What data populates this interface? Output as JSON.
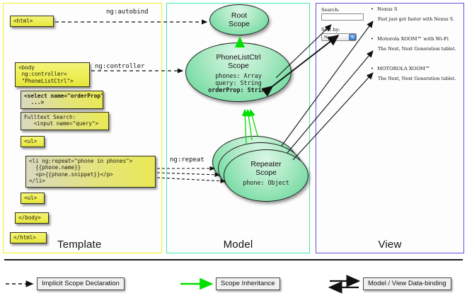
{
  "columns": {
    "template": {
      "label": "Template",
      "border_color": "#f2f21e"
    },
    "model": {
      "label": "Model",
      "border_color": "#45e6a8"
    },
    "view": {
      "label": "View",
      "border_color": "#6a4fe0"
    }
  },
  "template_boxes": {
    "html_open": "<html>",
    "body_open": "<body\n ng:controller=\n \"PhoneListCtrl\">",
    "select": "<select name=\"orderProp\"\n  ...>",
    "input": "Fulltext Search:\n   <input name=\"query\">",
    "ul_open": "<ul>",
    "li": "<li ng:repeat=\"phone in phones\">\n  {{phone.name}}\n  <p>{{phone.snippet}}</p>\n</li>",
    "ul_close": "<ul>",
    "body_close": "</body>",
    "html_close": "</html>"
  },
  "model": {
    "root_scope": {
      "title_line1": "Root",
      "title_line2": "Scope"
    },
    "phonelistctrl_scope": {
      "title_line1": "PhoneListCtrl",
      "title_line2": "Scope",
      "props": [
        "phones: Array",
        "query: String"
      ],
      "bold_prop": "orderProp: String"
    },
    "repeater_scope": {
      "title_line1": "Repeater",
      "title_line2": "Scope",
      "prop": "phone: Object",
      "stack_count": 3
    }
  },
  "view": {
    "search_label": "Search:",
    "search_value": "",
    "sort_label": "Sort by:",
    "sort_selected": "Newest",
    "phones": [
      {
        "name": "Nexus S",
        "snippet": "Fast just got faster with Nexus S."
      },
      {
        "name": "Motorola XOOM™ with Wi-Fi",
        "snippet": "The Next, Next Generation tablet."
      },
      {
        "name": "MOTOROLA XOOM™",
        "snippet": "The Next, Next Generation tablet."
      }
    ]
  },
  "edge_labels": {
    "autobind": "ng:autobind",
    "controller": "ng:controller",
    "repeat": "ng:repeat"
  },
  "legend": [
    {
      "label": "Implicit Scope Declaration",
      "arrow": "dashed-arrow",
      "color": "#1a1a1a"
    },
    {
      "label": "Scope Inheritance",
      "arrow": "green-arrow",
      "color": "#00e000"
    },
    {
      "label": "Model / View Data-binding",
      "arrow": "double-arrow",
      "color": "#1a1a1a"
    }
  ]
}
